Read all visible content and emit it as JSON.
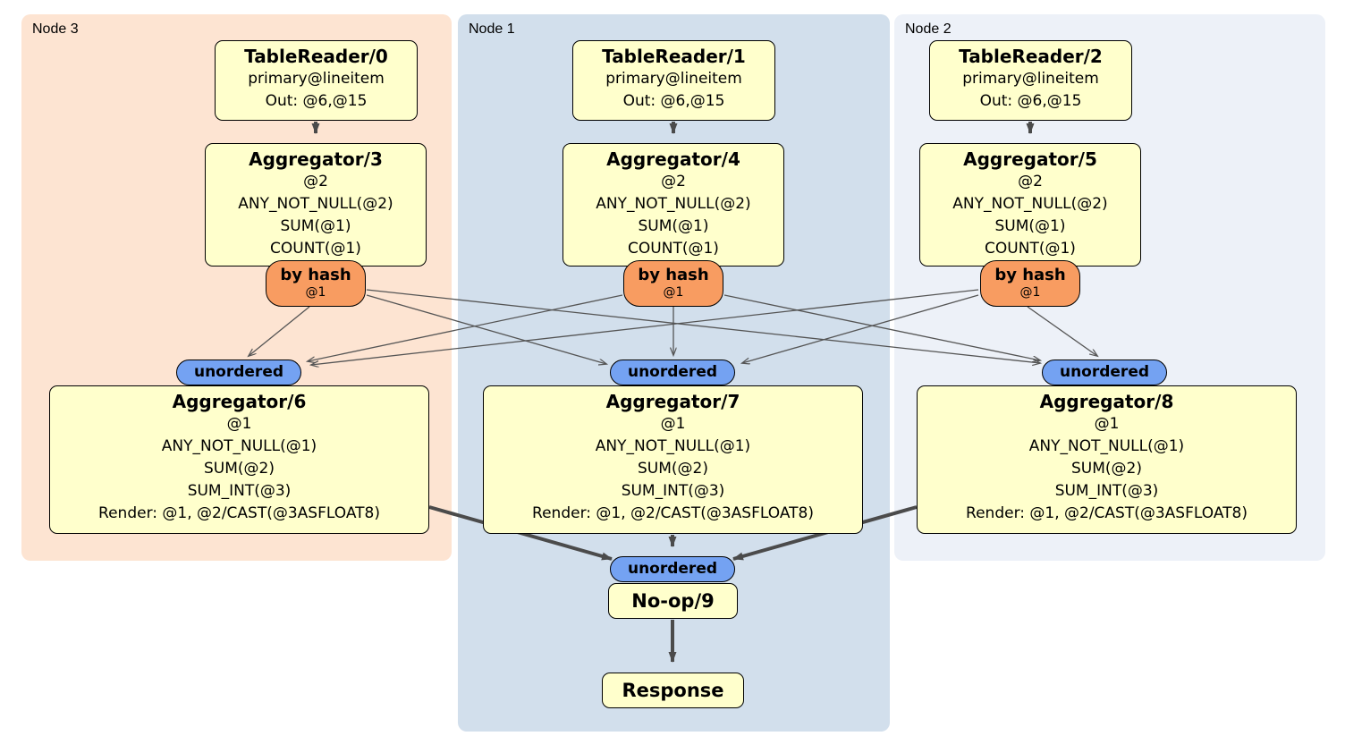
{
  "regions": {
    "node3": {
      "label": "Node 3",
      "bg": "#fde4d2"
    },
    "node1": {
      "label": "Node 1",
      "bg": "#d2dfec"
    },
    "node2": {
      "label": "Node 2",
      "bg": "#edf1f8"
    }
  },
  "operators": {
    "tr0": {
      "title": "TableReader/0",
      "lines": [
        "primary@lineitem",
        "Out: @6,@15"
      ]
    },
    "tr1": {
      "title": "TableReader/1",
      "lines": [
        "primary@lineitem",
        "Out: @6,@15"
      ]
    },
    "tr2": {
      "title": "TableReader/2",
      "lines": [
        "primary@lineitem",
        "Out: @6,@15"
      ]
    },
    "agg3": {
      "title": "Aggregator/3",
      "lines": [
        "@2",
        "ANY_NOT_NULL(@2)",
        "SUM(@1)",
        "COUNT(@1)"
      ]
    },
    "agg4": {
      "title": "Aggregator/4",
      "lines": [
        "@2",
        "ANY_NOT_NULL(@2)",
        "SUM(@1)",
        "COUNT(@1)"
      ]
    },
    "agg5": {
      "title": "Aggregator/5",
      "lines": [
        "@2",
        "ANY_NOT_NULL(@2)",
        "SUM(@1)",
        "COUNT(@1)"
      ]
    },
    "agg6": {
      "title": "Aggregator/6",
      "lines": [
        "@1",
        "ANY_NOT_NULL(@1)",
        "SUM(@2)",
        "SUM_INT(@3)",
        "Render: @1, @2/CAST(@3ASFLOAT8)"
      ]
    },
    "agg7": {
      "title": "Aggregator/7",
      "lines": [
        "@1",
        "ANY_NOT_NULL(@1)",
        "SUM(@2)",
        "SUM_INT(@3)",
        "Render: @1, @2/CAST(@3ASFLOAT8)"
      ]
    },
    "agg8": {
      "title": "Aggregator/8",
      "lines": [
        "@1",
        "ANY_NOT_NULL(@1)",
        "SUM(@2)",
        "SUM_INT(@3)",
        "Render: @1, @2/CAST(@3ASFLOAT8)"
      ]
    },
    "noop": {
      "title": "No-op/9"
    },
    "response": {
      "title": "Response"
    }
  },
  "routers": {
    "hash3": {
      "label": "by hash",
      "detail": "@1"
    },
    "hash4": {
      "label": "by hash",
      "detail": "@1"
    },
    "hash5": {
      "label": "by hash",
      "detail": "@1"
    }
  },
  "syncs": {
    "unordered6": {
      "label": "unordered"
    },
    "unordered7": {
      "label": "unordered"
    },
    "unordered8": {
      "label": "unordered"
    },
    "unordered9": {
      "label": "unordered"
    }
  },
  "colors": {
    "node3_bg": "#fde4d2",
    "node1_bg": "#d2dfec",
    "node2_bg": "#edf1f8",
    "operator_fill": "#ffffcc",
    "router_fill": "#f89c61",
    "sync_fill": "#74a2f2",
    "border": "#000000",
    "edge_thick": "#4b4b4b",
    "edge_thin": "#555555"
  }
}
